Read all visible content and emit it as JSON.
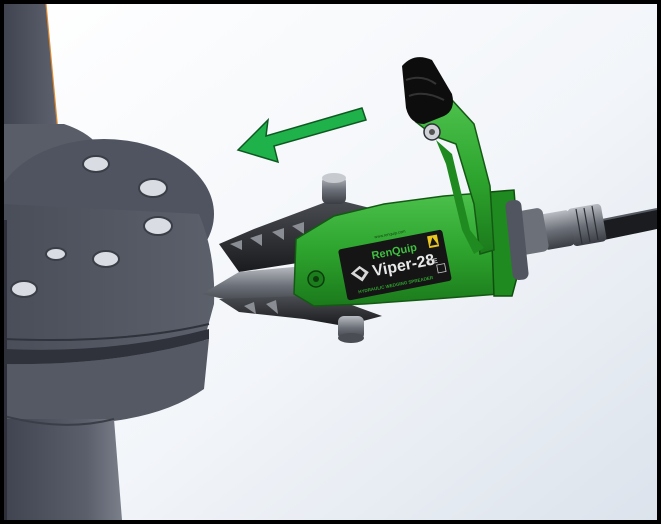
{
  "label": {
    "brand": "RenQuip",
    "model": "Viper-28",
    "subtitle": "HYDRAULIC WEDGING SPREADER",
    "website": "www.renquip.com",
    "mark": "CE"
  },
  "colors": {
    "background": "#f0f3f8",
    "flange": "#4b4f5a",
    "tool_green": "#2ea52e",
    "arrow_green": "#1fb24a",
    "label_black": "#151515"
  },
  "icons": [
    "direction-arrow-icon",
    "renquip-logo-icon",
    "warning-icon"
  ]
}
